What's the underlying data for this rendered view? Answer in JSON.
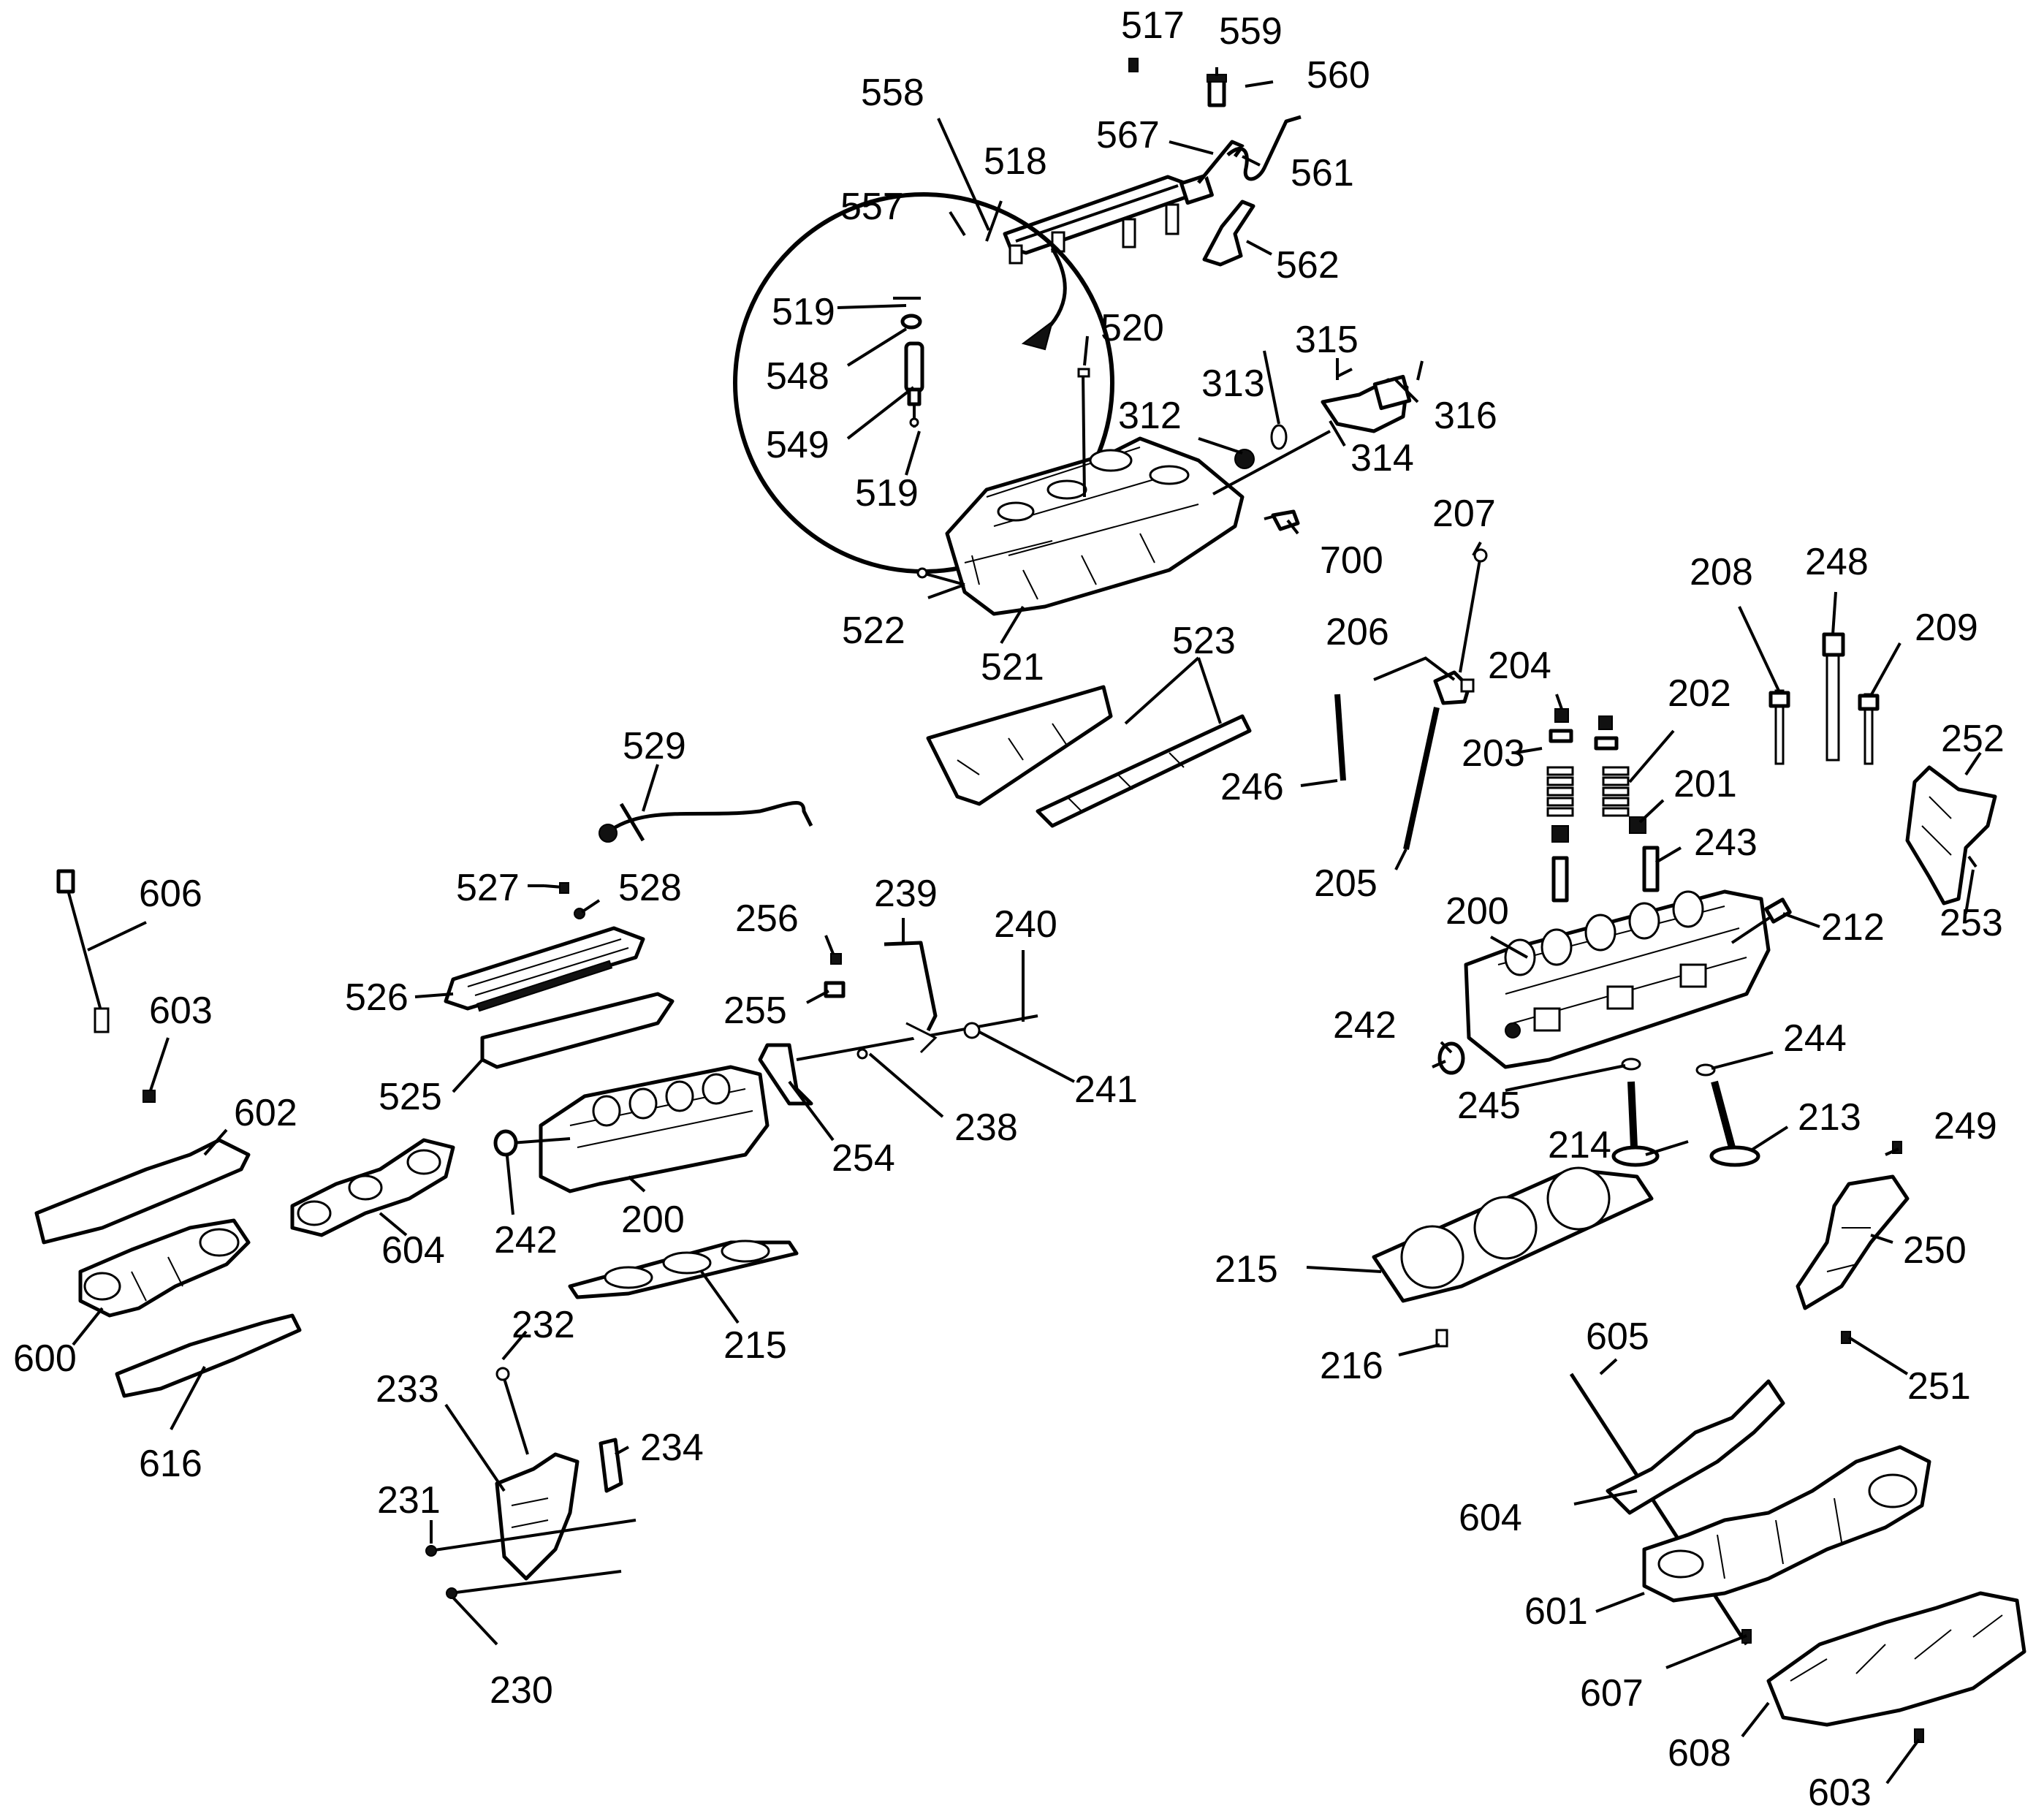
{
  "callouts": [
    {
      "id": "517",
      "text": "517"
    },
    {
      "id": "559",
      "text": "559"
    },
    {
      "id": "560",
      "text": "560"
    },
    {
      "id": "558",
      "text": "558"
    },
    {
      "id": "567",
      "text": "567"
    },
    {
      "id": "518",
      "text": "518"
    },
    {
      "id": "561",
      "text": "561"
    },
    {
      "id": "557",
      "text": "557"
    },
    {
      "id": "562",
      "text": "562"
    },
    {
      "id": "519a",
      "text": "519"
    },
    {
      "id": "548",
      "text": "548"
    },
    {
      "id": "549",
      "text": "549"
    },
    {
      "id": "519b",
      "text": "519"
    },
    {
      "id": "520",
      "text": "520"
    },
    {
      "id": "315",
      "text": "315"
    },
    {
      "id": "313",
      "text": "313"
    },
    {
      "id": "316",
      "text": "316"
    },
    {
      "id": "312",
      "text": "312"
    },
    {
      "id": "314",
      "text": "314"
    },
    {
      "id": "207",
      "text": "207"
    },
    {
      "id": "700",
      "text": "700"
    },
    {
      "id": "522",
      "text": "522"
    },
    {
      "id": "521",
      "text": "521"
    },
    {
      "id": "208",
      "text": "208"
    },
    {
      "id": "248",
      "text": "248"
    },
    {
      "id": "209",
      "text": "209"
    },
    {
      "id": "206",
      "text": "206"
    },
    {
      "id": "523",
      "text": "523"
    },
    {
      "id": "204",
      "text": "204"
    },
    {
      "id": "202",
      "text": "202"
    },
    {
      "id": "252",
      "text": "252"
    },
    {
      "id": "203",
      "text": "203"
    },
    {
      "id": "529",
      "text": "529"
    },
    {
      "id": "246",
      "text": "246"
    },
    {
      "id": "201",
      "text": "201"
    },
    {
      "id": "243",
      "text": "243"
    },
    {
      "id": "606",
      "text": "606"
    },
    {
      "id": "527",
      "text": "527"
    },
    {
      "id": "528",
      "text": "528"
    },
    {
      "id": "205",
      "text": "205"
    },
    {
      "id": "239",
      "text": "239"
    },
    {
      "id": "200a",
      "text": "200"
    },
    {
      "id": "256",
      "text": "256"
    },
    {
      "id": "240",
      "text": "240"
    },
    {
      "id": "212",
      "text": "212"
    },
    {
      "id": "253",
      "text": "253"
    },
    {
      "id": "526",
      "text": "526"
    },
    {
      "id": "255",
      "text": "255"
    },
    {
      "id": "603a",
      "text": "603"
    },
    {
      "id": "242a",
      "text": "242"
    },
    {
      "id": "244",
      "text": "244"
    },
    {
      "id": "525",
      "text": "525"
    },
    {
      "id": "241",
      "text": "241"
    },
    {
      "id": "245",
      "text": "245"
    },
    {
      "id": "602",
      "text": "602"
    },
    {
      "id": "238",
      "text": "238"
    },
    {
      "id": "213",
      "text": "213"
    },
    {
      "id": "249",
      "text": "249"
    },
    {
      "id": "214",
      "text": "214"
    },
    {
      "id": "254",
      "text": "254"
    },
    {
      "id": "604a",
      "text": "604"
    },
    {
      "id": "242b",
      "text": "242"
    },
    {
      "id": "200b",
      "text": "200"
    },
    {
      "id": "250",
      "text": "250"
    },
    {
      "id": "215a",
      "text": "215"
    },
    {
      "id": "600",
      "text": "600"
    },
    {
      "id": "215b",
      "text": "215"
    },
    {
      "id": "232",
      "text": "232"
    },
    {
      "id": "605",
      "text": "605"
    },
    {
      "id": "216",
      "text": "216"
    },
    {
      "id": "251",
      "text": "251"
    },
    {
      "id": "233",
      "text": "233"
    },
    {
      "id": "616",
      "text": "616"
    },
    {
      "id": "234",
      "text": "234"
    },
    {
      "id": "231",
      "text": "231"
    },
    {
      "id": "604b",
      "text": "604"
    },
    {
      "id": "601",
      "text": "601"
    },
    {
      "id": "230",
      "text": "230"
    },
    {
      "id": "607",
      "text": "607"
    },
    {
      "id": "608",
      "text": "608"
    },
    {
      "id": "603b",
      "text": "603"
    }
  ]
}
